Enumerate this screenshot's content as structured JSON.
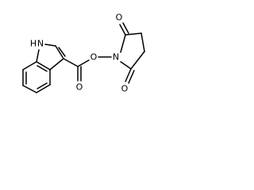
{
  "atom_labels": {
    "indole_nh": "H",
    "indole_n": "N",
    "ester_o": "O",
    "carbonyl_o": "O",
    "imide_n": "N",
    "imide_o_top": "O",
    "imide_o_bottom": "O"
  },
  "colors": {
    "bond": "#000000",
    "label": "#000000",
    "background": "#ffffff"
  }
}
